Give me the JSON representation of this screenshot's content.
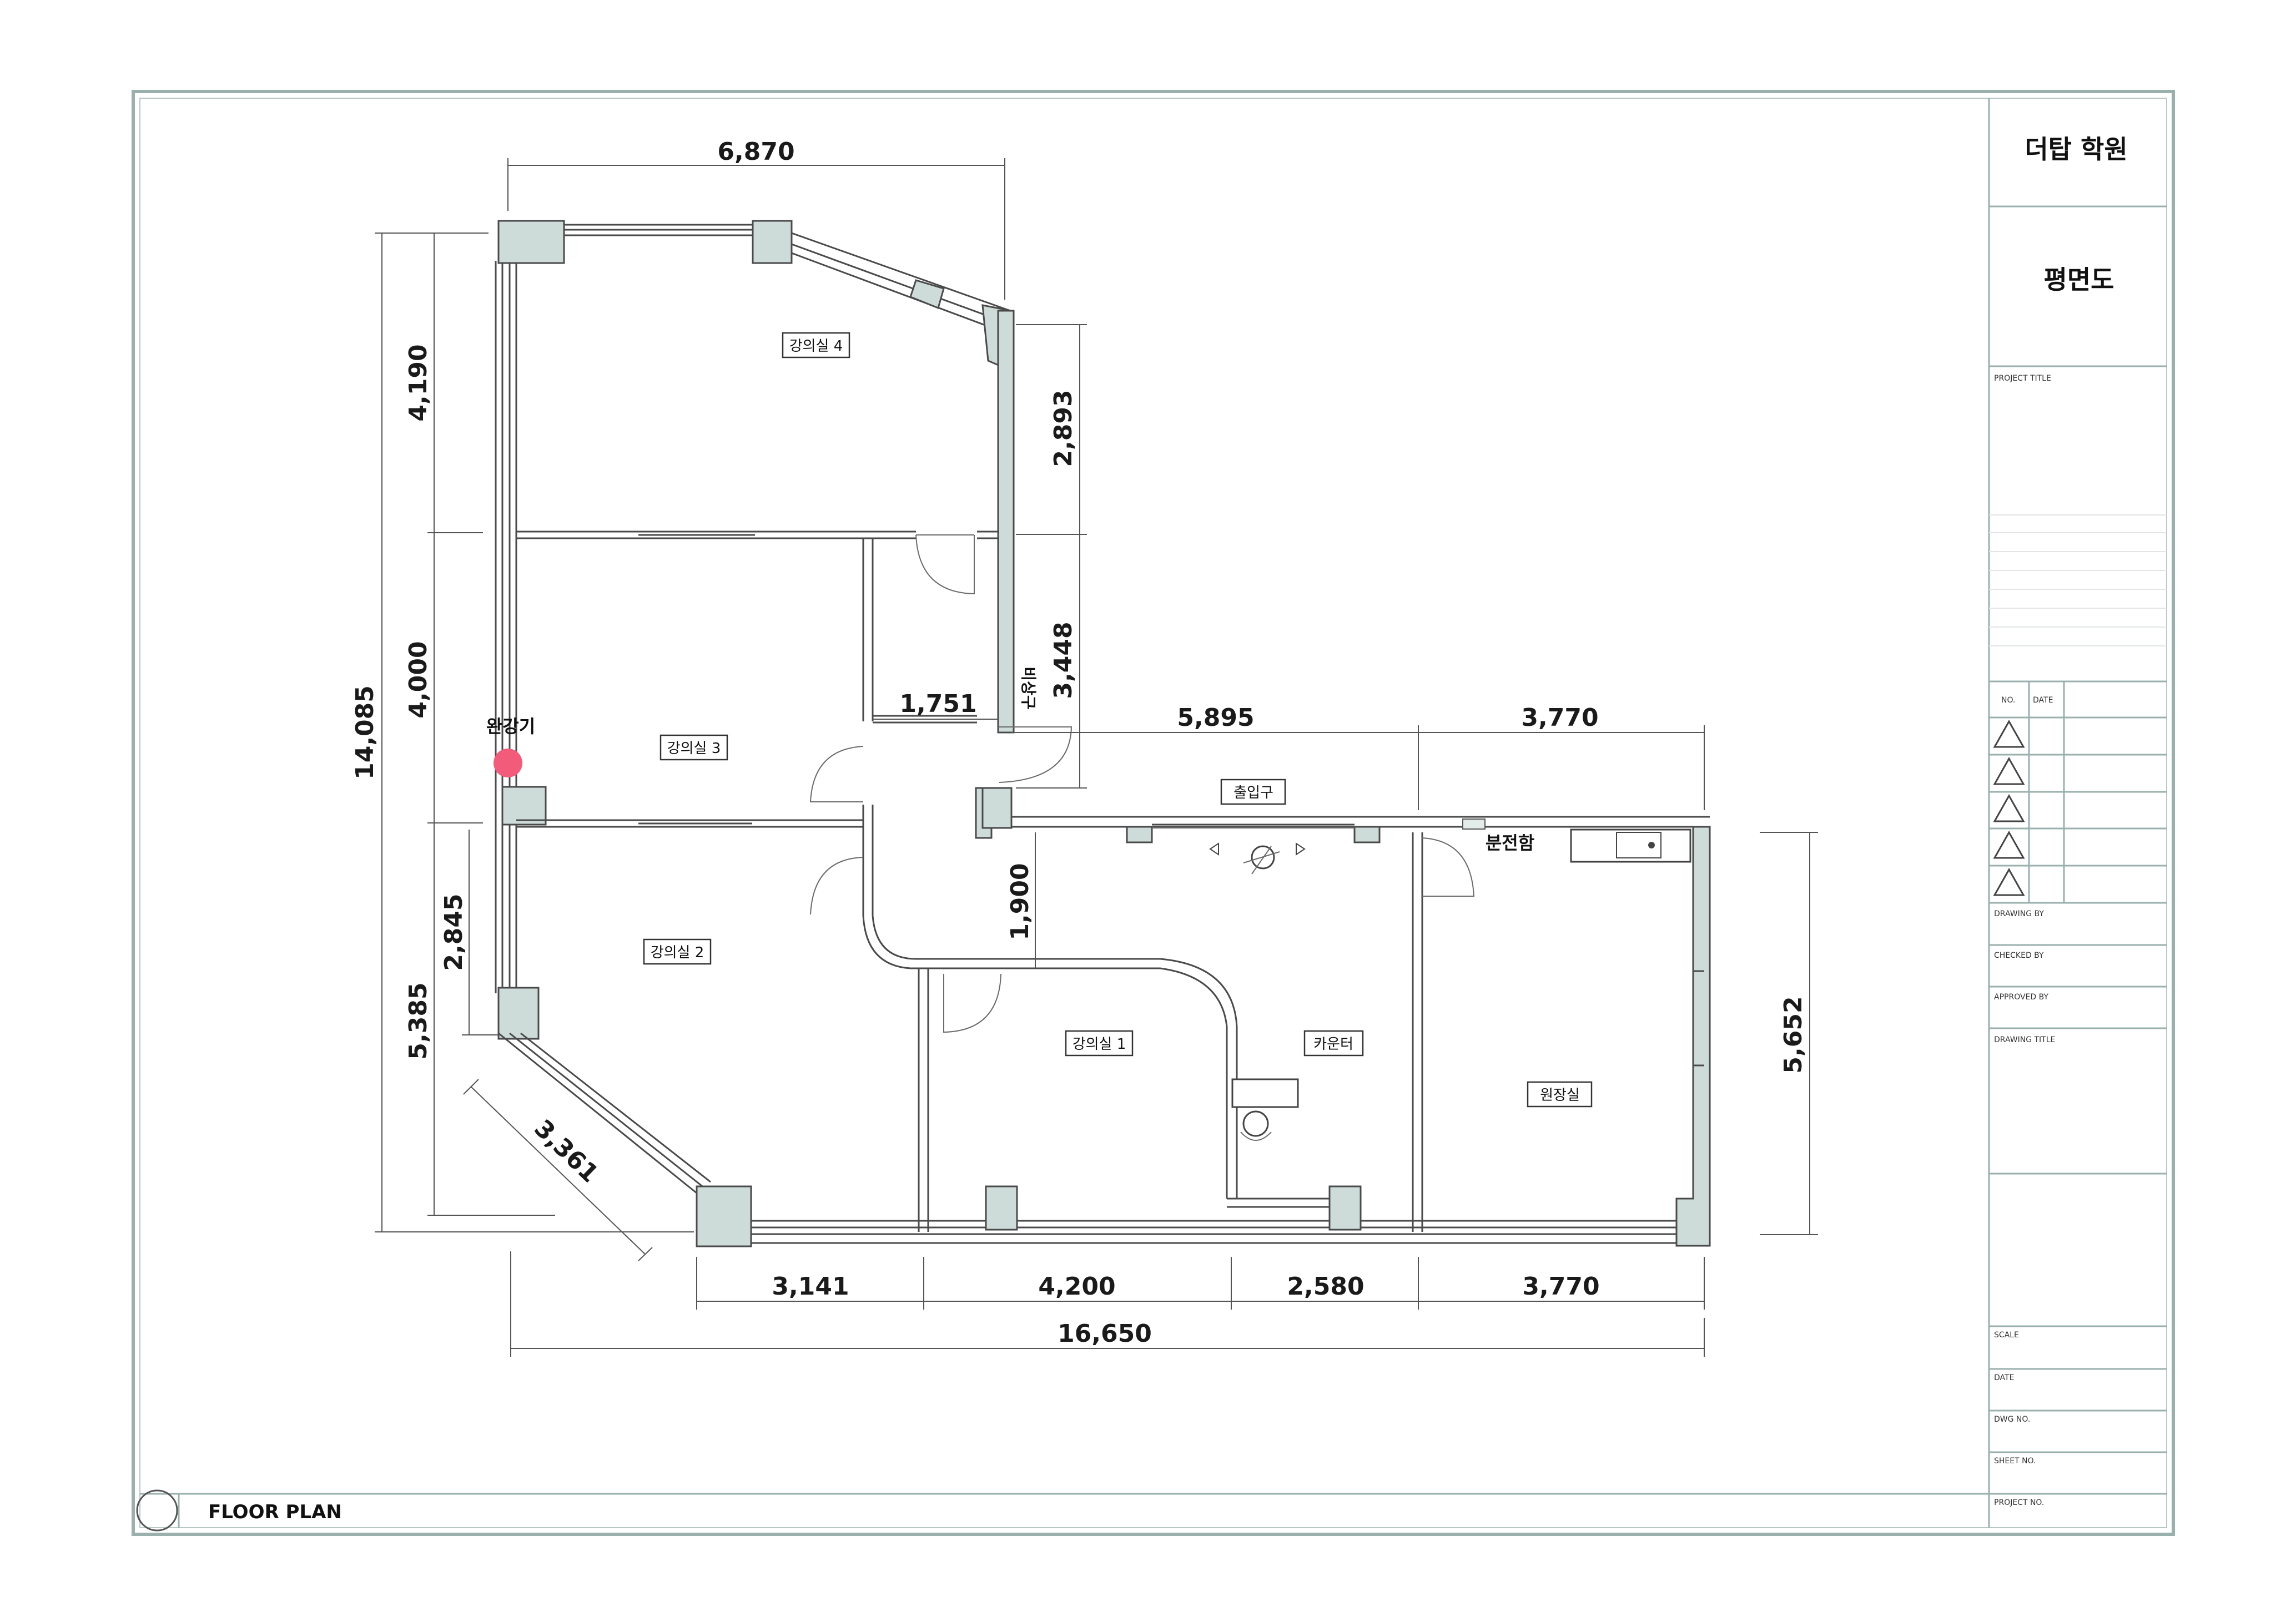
{
  "title_block": {
    "company": "더탑 학원",
    "drawing_name": "평면도",
    "project_title_label": "PROJECT TITLE",
    "no_label": "NO.",
    "date_label": "DATE",
    "drawing_by_label": "DRAWING BY",
    "checked_by_label": "CHECKED BY",
    "approved_by_label": "APPROVED BY",
    "drawing_title_label": "DRAWING TITLE",
    "scale_label": "SCALE",
    "date2_label": "DATE",
    "dwg_no_label": "DWG NO.",
    "sheet_no_label": "SHEET NO.",
    "project_no_label": "PROJECT NO."
  },
  "footer": {
    "plan_label": "FLOOR PLAN"
  },
  "rooms": {
    "r4": "강의실 4",
    "r3": "강의실 3",
    "r2": "강의실 2",
    "r1": "강의실 1",
    "counter": "카운터",
    "director": "원장실",
    "entrance": "출입구",
    "panel": "분전함",
    "exit_sign": "비상구",
    "descender": "완강기"
  },
  "dimensions": {
    "top_width": "6,870",
    "left_total": "14,085",
    "left_a": "4,190",
    "left_b": "4,000",
    "left_c": "5,385",
    "left_inner": "2,845",
    "diag": "3,361",
    "right_a": "2,893",
    "right_b": "3,448",
    "corridor": "1,751",
    "mid_h": "5,895",
    "right_h": "3,770",
    "inner_v": "1,900",
    "east_v": "5,652",
    "bot_a": "3,141",
    "bot_b": "4,200",
    "bot_c": "2,580",
    "bot_d": "3,770",
    "bot_total": "16,650"
  },
  "colors": {
    "wall_fill": "#cddcd9",
    "frame": "#9ab0ac",
    "marker": "#f25c7a"
  }
}
